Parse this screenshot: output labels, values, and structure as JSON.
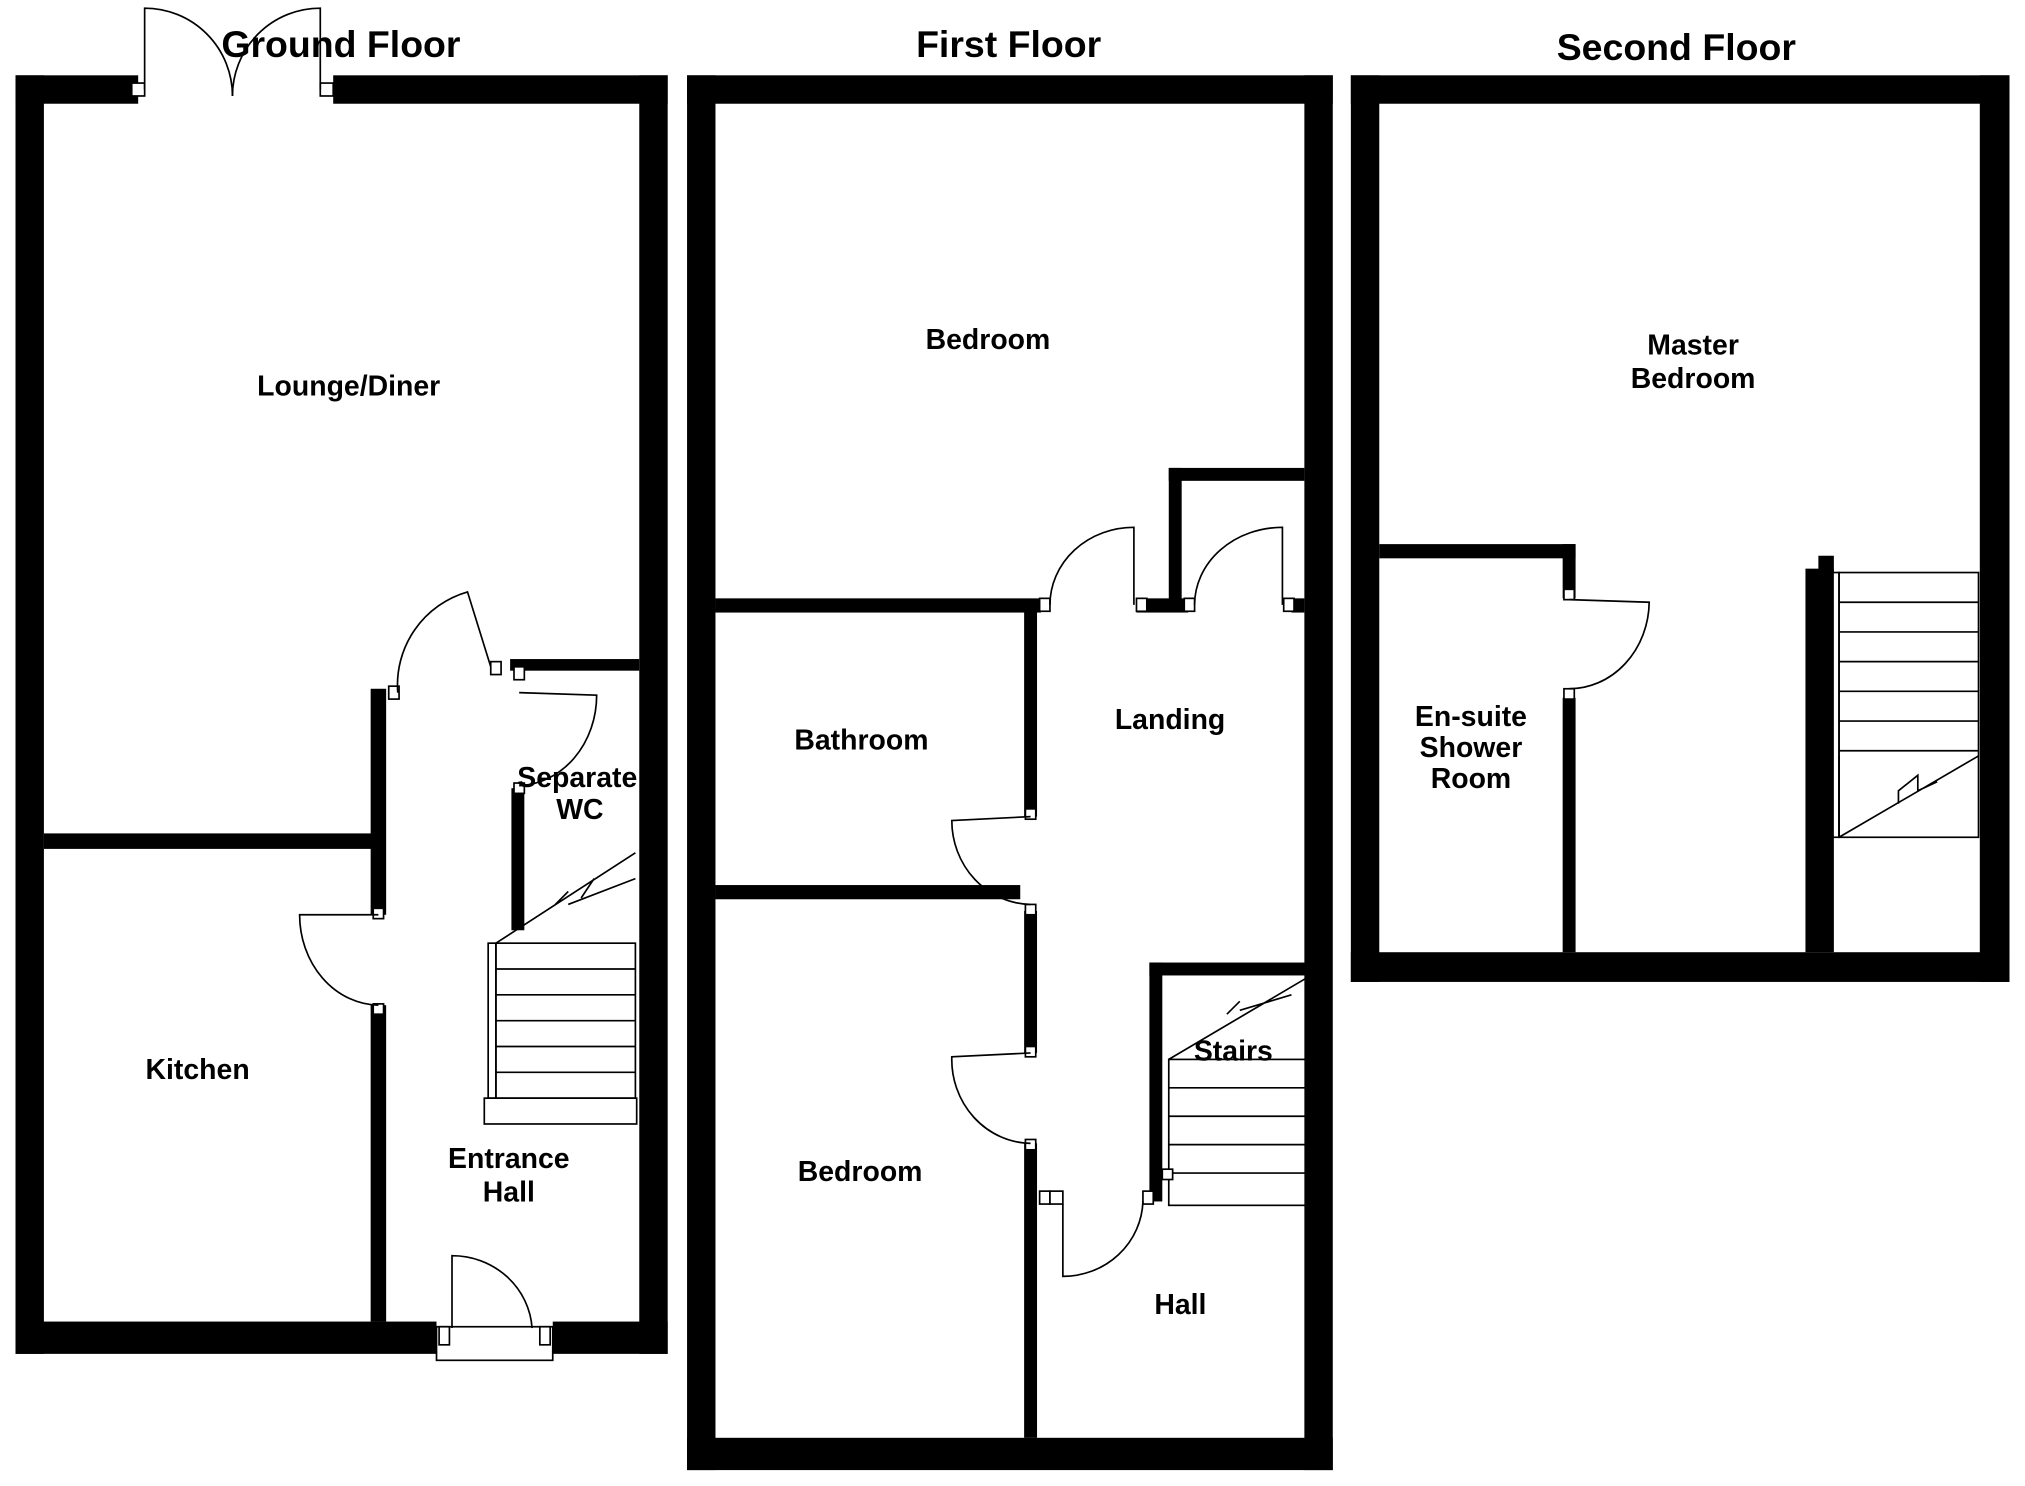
{
  "floors": {
    "ground": {
      "title": "Ground Floor",
      "rooms": {
        "lounge": "Lounge/Diner",
        "kitchen": "Kitchen",
        "wc_1": "Separate",
        "wc_2": "WC",
        "hall_1": "Entrance",
        "hall_2": "Hall"
      }
    },
    "first": {
      "title": "First Floor",
      "rooms": {
        "bedroom_front": "Bedroom",
        "bathroom": "Bathroom",
        "landing": "Landing",
        "bedroom_rear": "Bedroom",
        "stairs": "Stairs",
        "hall": "Hall"
      }
    },
    "second": {
      "title": "Second Floor",
      "rooms": {
        "master_1": "Master",
        "master_2": "Bedroom",
        "ensuite_1": "En-suite",
        "ensuite_2": "Shower",
        "ensuite_3": "Room"
      }
    }
  }
}
